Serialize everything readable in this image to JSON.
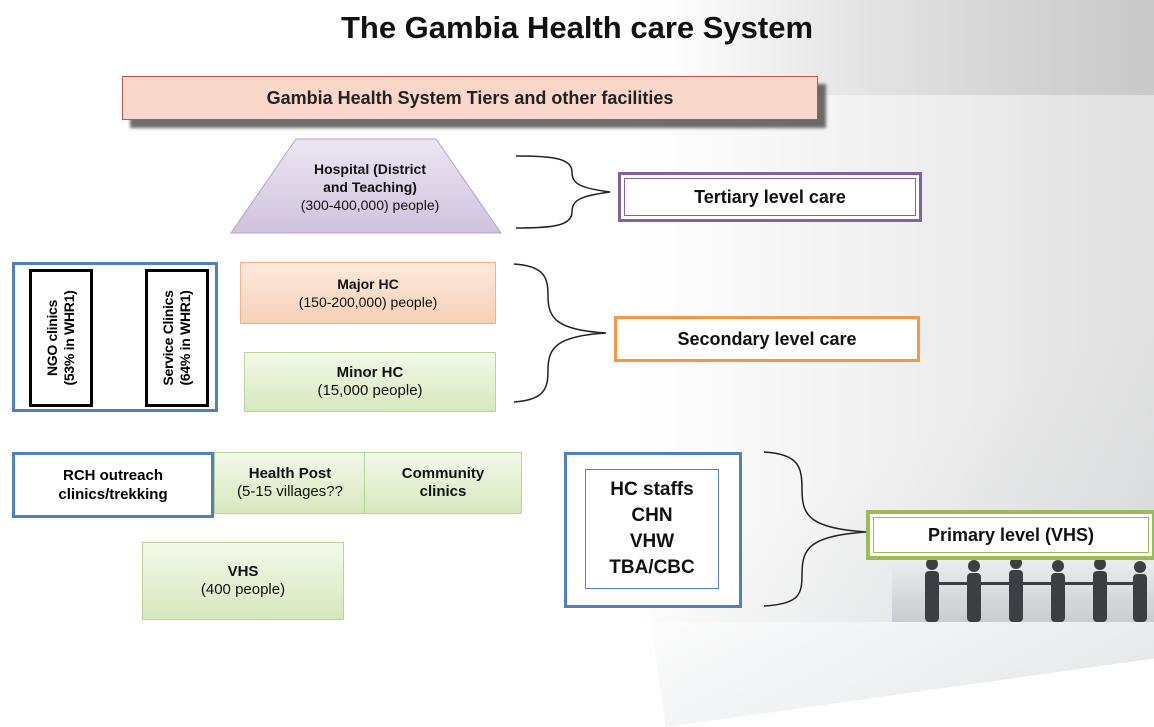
{
  "title": "The Gambia Health care System",
  "header": "Gambia Health System Tiers and other facilities",
  "hospital": {
    "line1": "Hospital (District",
    "line2": "and Teaching)",
    "line3": "(300-400,000) people)"
  },
  "levels": {
    "tertiary": "Tertiary level care",
    "secondary": "Secondary level care",
    "primary": "Primary level (VHS)"
  },
  "major_hc": {
    "name": "Major HC",
    "population": "(150-200,000) people)"
  },
  "minor_hc": {
    "name": "Minor HC",
    "population": "(15,000 people)"
  },
  "ngo_clinics": {
    "line1": "NGO clinics",
    "line2": "(53% in WHR1)"
  },
  "service_clinics": {
    "line1": "Service Clinics",
    "line2": "(64% in WHR1)"
  },
  "rch": {
    "line1": "RCH outreach",
    "line2": "clinics/trekking"
  },
  "health_post": {
    "name": "Health Post",
    "detail": "(5-15 villages??"
  },
  "community": {
    "line1": "Community",
    "line2": "clinics"
  },
  "vhs": {
    "name": "VHS",
    "population": "(400 people)"
  },
  "staff": [
    "HC staffs",
    "CHN",
    "VHW",
    "TBA/CBC"
  ],
  "colors": {
    "tertiary_border": "#8064a2",
    "secondary_border": "#f79646",
    "primary_border": "#9bbb59",
    "frame_blue": "#4f81bd",
    "header_fill": "#f9d7cb",
    "header_border": "#c0504d"
  }
}
